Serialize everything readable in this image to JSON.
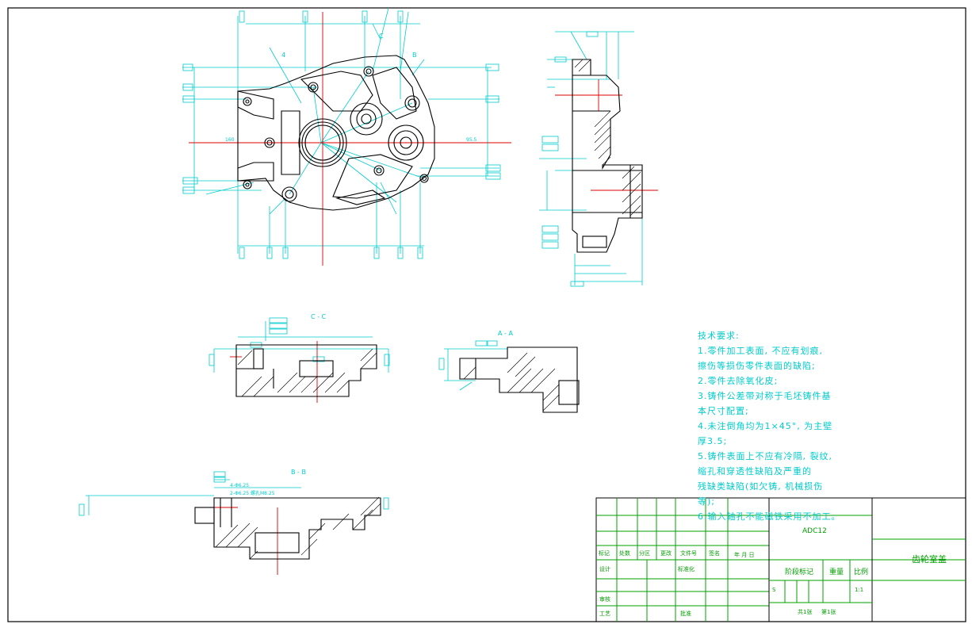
{
  "drawing": {
    "section_labels": {
      "cc": "C - C",
      "aa": "A - A",
      "bb": "B - B"
    },
    "callouts": [
      "4",
      "C",
      "B"
    ],
    "dims": {
      "d1": "160",
      "d2": "95.5",
      "d3": "4-Φ6.25",
      "d4": "2-Φ6.25  螺孔M8.25"
    }
  },
  "tech_requirements": {
    "title": "技术要求:",
    "lines": [
      "1.零件加工表面, 不应有划痕,",
      "擦伤等损伤零件表面的缺陷;",
      "2.零件去除氧化皮;",
      "3.铸件公差带对称于毛坯铸件基",
      "本尺寸配置;",
      "4.未注倒角均为1×45°, 为主壁",
      "厚3.5;",
      "5.铸件表面上不应有冷隔, 裂纹,",
      "缩孔和穿透性缺陷及严重的",
      "残缺类缺陷(如欠铸, 机械损伤",
      "等);",
      "6.输入轴孔不能磁铁采用不加工。"
    ]
  },
  "title_block": {
    "material": "ADC12",
    "part_name": "齿轮室盖",
    "headers": {
      "mark": "标记",
      "count": "处数",
      "zone": "分区",
      "change_doc": "更改",
      "doc_no": "文件号",
      "sign": "签名",
      "date": "年 月 日"
    },
    "roles": {
      "design": "设计",
      "standardize": "标准化",
      "review": "审核",
      "process": "工艺",
      "approve": "批准"
    },
    "stage_label": "阶段标记",
    "weight_label": "重量",
    "scale_label": "比例",
    "scale_value": "1:1",
    "stage_value": "S",
    "sheets_total": "共1张",
    "sheet_no": "第1张"
  },
  "colors": {
    "cyan": "#00cccc",
    "green": "#00a000",
    "red": "#dd0000",
    "line": "#000000"
  }
}
